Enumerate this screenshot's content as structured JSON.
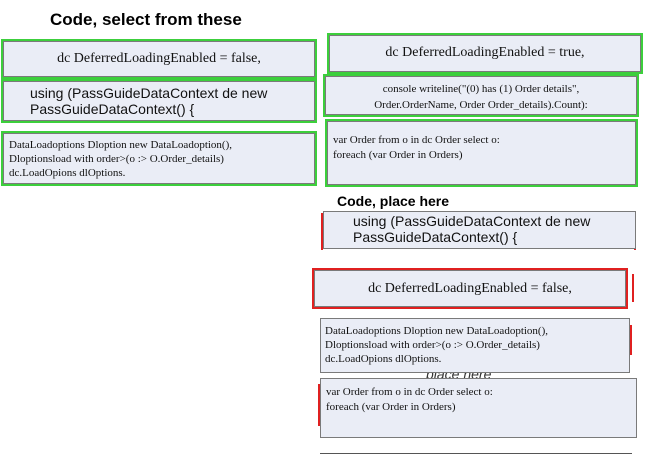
{
  "headings": {
    "source": "Code, select from these",
    "target": "Code, place here"
  },
  "source_items": [
    {
      "lines": [
        "dc DeferredLoadingEnabled = false,"
      ]
    },
    {
      "lines": [
        "dc DeferredLoadingEnabled = true,"
      ]
    },
    {
      "lines": [
        "using (PassGuideDataContext de new",
        "PassGuideDataContext() {"
      ]
    },
    {
      "lines": [
        "console writeline(\"(0) has (1) Order details\",",
        "Order.OrderName, Order Order_details).Count):"
      ]
    },
    {
      "lines": [
        "DataLoadoptions Dloption new DataLoadoption(),",
        "Dloptionsload with order>(o :> O.Order_details)",
        "dc.LoadOpions dlOptions."
      ]
    },
    {
      "lines": [
        "var Order from o in dc Order select o:",
        "foreach (var Order in Orders)"
      ]
    }
  ],
  "target_items": [
    {
      "lines": [
        "using (PassGuideDataContext de new",
        "PassGuideDataContext() {"
      ]
    },
    {
      "lines": [
        "dc DeferredLoadingEnabled = false,"
      ]
    },
    {
      "lines": [
        "DataLoadoptions Dloption new DataLoadoption(),",
        "Dloptionsload with order>(o :> O.Order_details)",
        "dc.LoadOpions dlOptions."
      ]
    },
    {
      "lines": [
        "var Order from o in dc Order select o:",
        "foreach (var Order in Orders)"
      ]
    }
  ],
  "ghost_text": "place here",
  "colors": {
    "selected": "#3ccf3c",
    "placed": "#e02020",
    "block_bg": "#eaedf6"
  }
}
